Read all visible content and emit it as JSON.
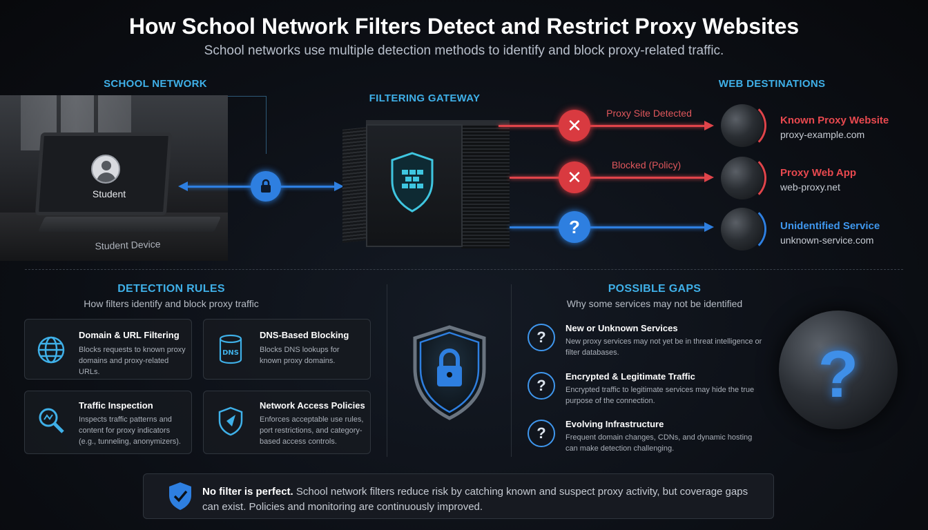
{
  "header": {
    "title": "How School Network Filters Detect and Restrict Proxy Websites",
    "subtitle": "School networks use multiple detection methods to identify and block proxy-related traffic."
  },
  "network": {
    "label": "SCHOOL NETWORK",
    "student_label": "Student",
    "device_label": "Student Device"
  },
  "gateway": {
    "label": "FILTERING GATEWAY"
  },
  "destinations": {
    "label": "WEB DESTINATIONS",
    "items": [
      {
        "arrow_label": "Proxy Site Detected",
        "status_icon": "x-icon",
        "title": "Known Proxy Website",
        "domain": "proxy-example.com"
      },
      {
        "arrow_label": "Blocked (Policy)",
        "status_icon": "x-icon",
        "title": "Proxy Web App",
        "domain": "web-proxy.net"
      },
      {
        "arrow_label": "",
        "status_icon": "question-icon",
        "title": "Unidentified Service",
        "domain": "unknown-service.com"
      }
    ]
  },
  "detection": {
    "title": "DETECTION RULES",
    "subtitle": "How filters identify and block proxy traffic",
    "rules": [
      {
        "icon": "globe-icon",
        "title": "Domain & URL Filtering",
        "desc": "Blocks requests to known proxy domains and proxy-related URLs."
      },
      {
        "icon": "dns-icon",
        "title": "DNS-Based Blocking",
        "desc": "Blocks DNS lookups for known proxy domains."
      },
      {
        "icon": "magnifier-icon",
        "title": "Traffic Inspection",
        "desc": "Inspects traffic patterns and content for proxy indicators (e.g., tunneling, anonymizers)."
      },
      {
        "icon": "shield-icon",
        "title": "Network Access Policies",
        "desc": "Enforces acceptable use rules, port restrictions, and category-based access controls."
      }
    ]
  },
  "gaps": {
    "title": "POSSIBLE GAPS",
    "subtitle": "Why some services may not be identified",
    "items": [
      {
        "icon": "question-icon",
        "title": "New or Unknown Services",
        "desc": "New proxy services may not yet be in threat intelligence or filter databases."
      },
      {
        "icon": "question-icon",
        "title": "Encrypted & Legitimate Traffic",
        "desc": "Encrypted traffic to legitimate services may hide the true purpose of the connection."
      },
      {
        "icon": "question-icon",
        "title": "Evolving Infrastructure",
        "desc": "Frequent domain changes, CDNs, and dynamic hosting can make detection challenging."
      }
    ]
  },
  "banner": {
    "bold": "No filter is perfect.",
    "text": " School network filters reduce risk by catching known and suspect proxy activity, but coverage gaps can exist. Policies and monitoring are continuously improved."
  },
  "colors": {
    "accent_blue": "#3fb0e8",
    "block_red": "#e0444a",
    "link_blue": "#2e7fe0"
  }
}
